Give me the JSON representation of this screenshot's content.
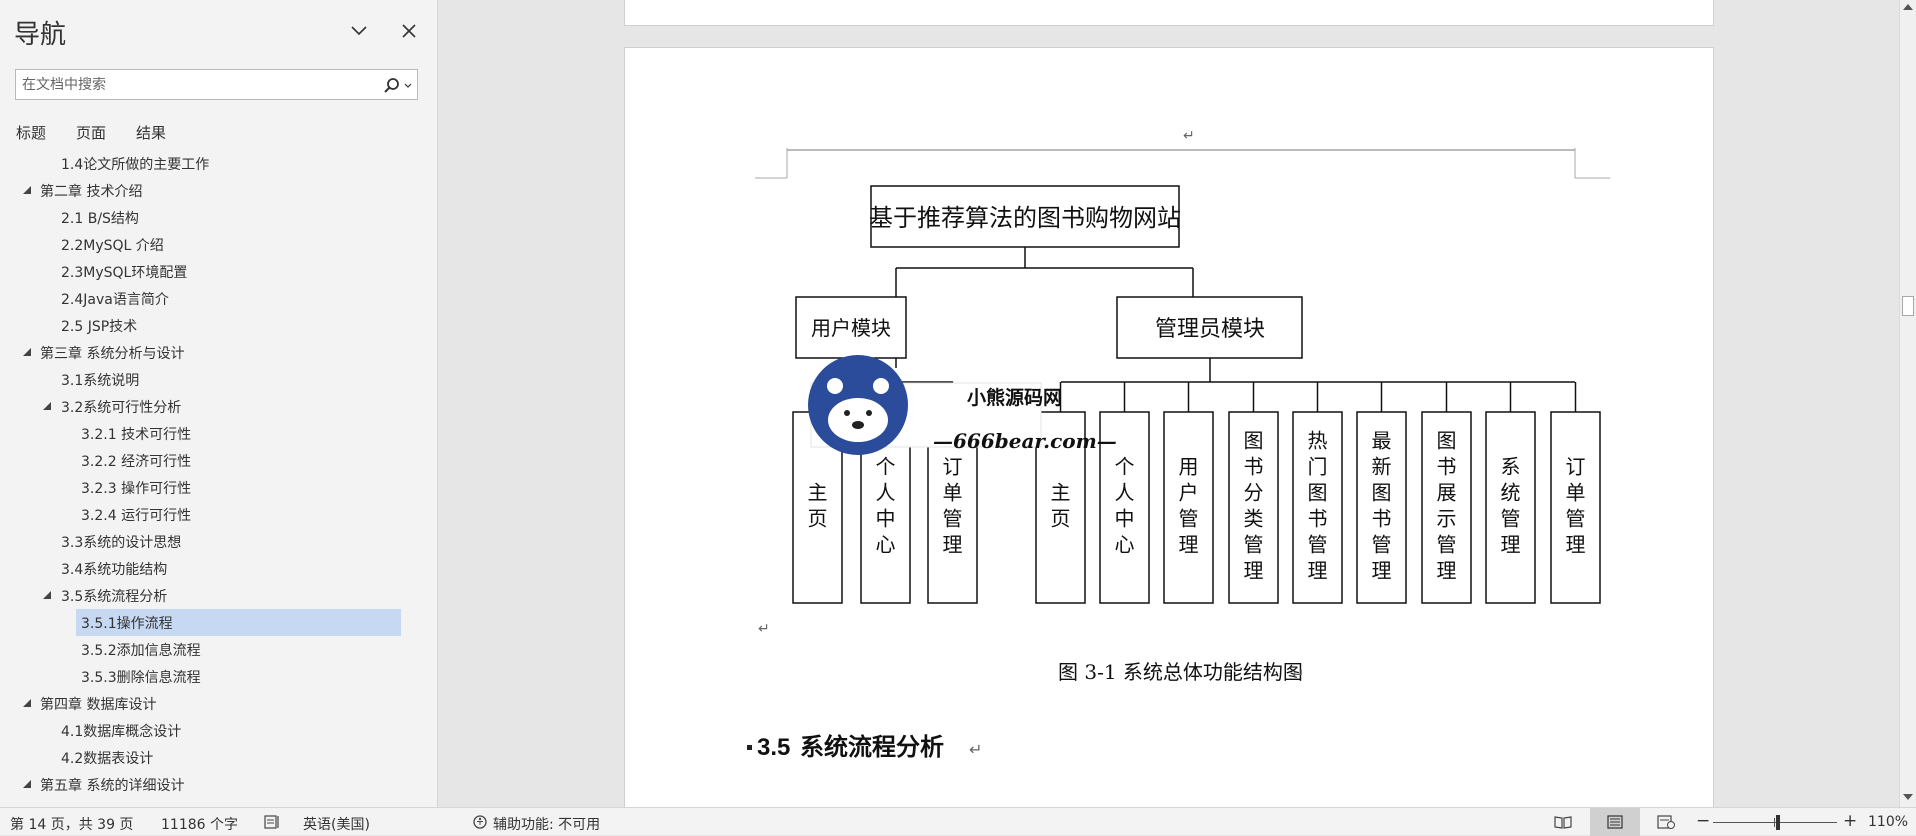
{
  "nav": {
    "title": "导航",
    "search_placeholder": "在文档中搜索",
    "tabs": [
      {
        "label": "标题",
        "active": true
      },
      {
        "label": "页面",
        "active": false
      },
      {
        "label": "结果",
        "active": false
      }
    ],
    "tree": [
      {
        "label": "1.4论文所做的主要工作",
        "level": 1,
        "expandable": false,
        "selected": false
      },
      {
        "label": "第二章 技术介绍",
        "level": 0,
        "expandable": true,
        "selected": false
      },
      {
        "label": "2.1 B/S结构",
        "level": 1,
        "expandable": false,
        "selected": false
      },
      {
        "label": "2.2MySQL 介绍",
        "level": 1,
        "expandable": false,
        "selected": false
      },
      {
        "label": "2.3MySQL环境配置",
        "level": 1,
        "expandable": false,
        "selected": false
      },
      {
        "label": "2.4Java语言简介",
        "level": 1,
        "expandable": false,
        "selected": false
      },
      {
        "label": "2.5 JSP技术",
        "level": 1,
        "expandable": false,
        "selected": false
      },
      {
        "label": "第三章 系统分析与设计",
        "level": 0,
        "expandable": true,
        "selected": false
      },
      {
        "label": "3.1系统说明",
        "level": 1,
        "expandable": false,
        "selected": false
      },
      {
        "label": "3.2系统可行性分析",
        "level": 1,
        "expandable": true,
        "selected": false
      },
      {
        "label": "3.2.1 技术可行性",
        "level": 2,
        "expandable": false,
        "selected": false
      },
      {
        "label": "3.2.2 经济可行性",
        "level": 2,
        "expandable": false,
        "selected": false
      },
      {
        "label": "3.2.3 操作可行性",
        "level": 2,
        "expandable": false,
        "selected": false
      },
      {
        "label": "3.2.4 运行可行性",
        "level": 2,
        "expandable": false,
        "selected": false
      },
      {
        "label": "3.3系统的设计思想",
        "level": 1,
        "expandable": false,
        "selected": false
      },
      {
        "label": "3.4系统功能结构",
        "level": 1,
        "expandable": false,
        "selected": false
      },
      {
        "label": "3.5系统流程分析",
        "level": 1,
        "expandable": true,
        "selected": false
      },
      {
        "label": "3.5.1操作流程",
        "level": 2,
        "expandable": false,
        "selected": true
      },
      {
        "label": "3.5.2添加信息流程",
        "level": 2,
        "expandable": false,
        "selected": false
      },
      {
        "label": "3.5.3删除信息流程",
        "level": 2,
        "expandable": false,
        "selected": false
      },
      {
        "label": "第四章 数据库设计",
        "level": 0,
        "expandable": true,
        "selected": false
      },
      {
        "label": "4.1数据库概念设计",
        "level": 1,
        "expandable": false,
        "selected": false
      },
      {
        "label": "4.2数据表设计",
        "level": 1,
        "expandable": false,
        "selected": false
      },
      {
        "label": "第五章 系统的详细设计",
        "level": 0,
        "expandable": true,
        "selected": false
      }
    ]
  },
  "document": {
    "paragraph_mark": "↵",
    "diagram": {
      "root": "基于推荐算法的图书购物网站",
      "user_module": "用户模块",
      "admin_module": "管理员模块",
      "user_leaves": [
        "主页",
        "个人中心",
        "订单管理"
      ],
      "admin_leaves": [
        "主页",
        "个人中心",
        "用户管理",
        "图书分类管理",
        "热门图书管理",
        "最新图书管理",
        "图书展示管理",
        "系统管理",
        "订单管理"
      ]
    },
    "watermark": {
      "name": "小熊源码网",
      "domain": "—666bear.com—"
    },
    "caption": "图 3-1 系统总体功能结构图",
    "heading_number": "3.5",
    "heading_text": "系统流程分析"
  },
  "status": {
    "page_info": "第 14 页，共 39 页",
    "word_count": "11186 个字",
    "language": "英语(美国)",
    "accessibility": "辅助功能: 不可用",
    "zoom_minus": "−",
    "zoom_plus": "+",
    "zoom_level": "110%"
  },
  "colors": {
    "selection": "#c6d8f2",
    "active_tab": "#2d5fa8",
    "watermark_blue": "#2b4b9b"
  }
}
